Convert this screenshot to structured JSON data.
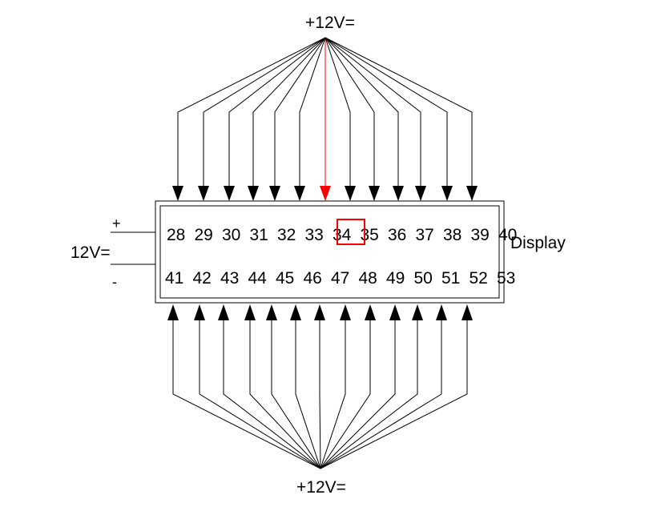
{
  "supply_top": {
    "label": "+12V="
  },
  "supply_bottom": {
    "label": "+12V="
  },
  "display": {
    "label": "Display",
    "top_row_pins": [
      "28",
      "29",
      "30",
      "31",
      "32",
      "33",
      "34",
      "35",
      "36",
      "37",
      "38",
      "39",
      "40"
    ],
    "bottom_row_pins": [
      "41",
      "42",
      "43",
      "44",
      "45",
      "46",
      "47",
      "48",
      "49",
      "50",
      "51",
      "52",
      "53"
    ],
    "highlighted_pin": "34"
  },
  "power_input": {
    "label": "12V=",
    "plus": "+",
    "minus": "-"
  },
  "colors": {
    "line": "#000000",
    "highlight": "#ff0000",
    "background": "#ffffff"
  }
}
